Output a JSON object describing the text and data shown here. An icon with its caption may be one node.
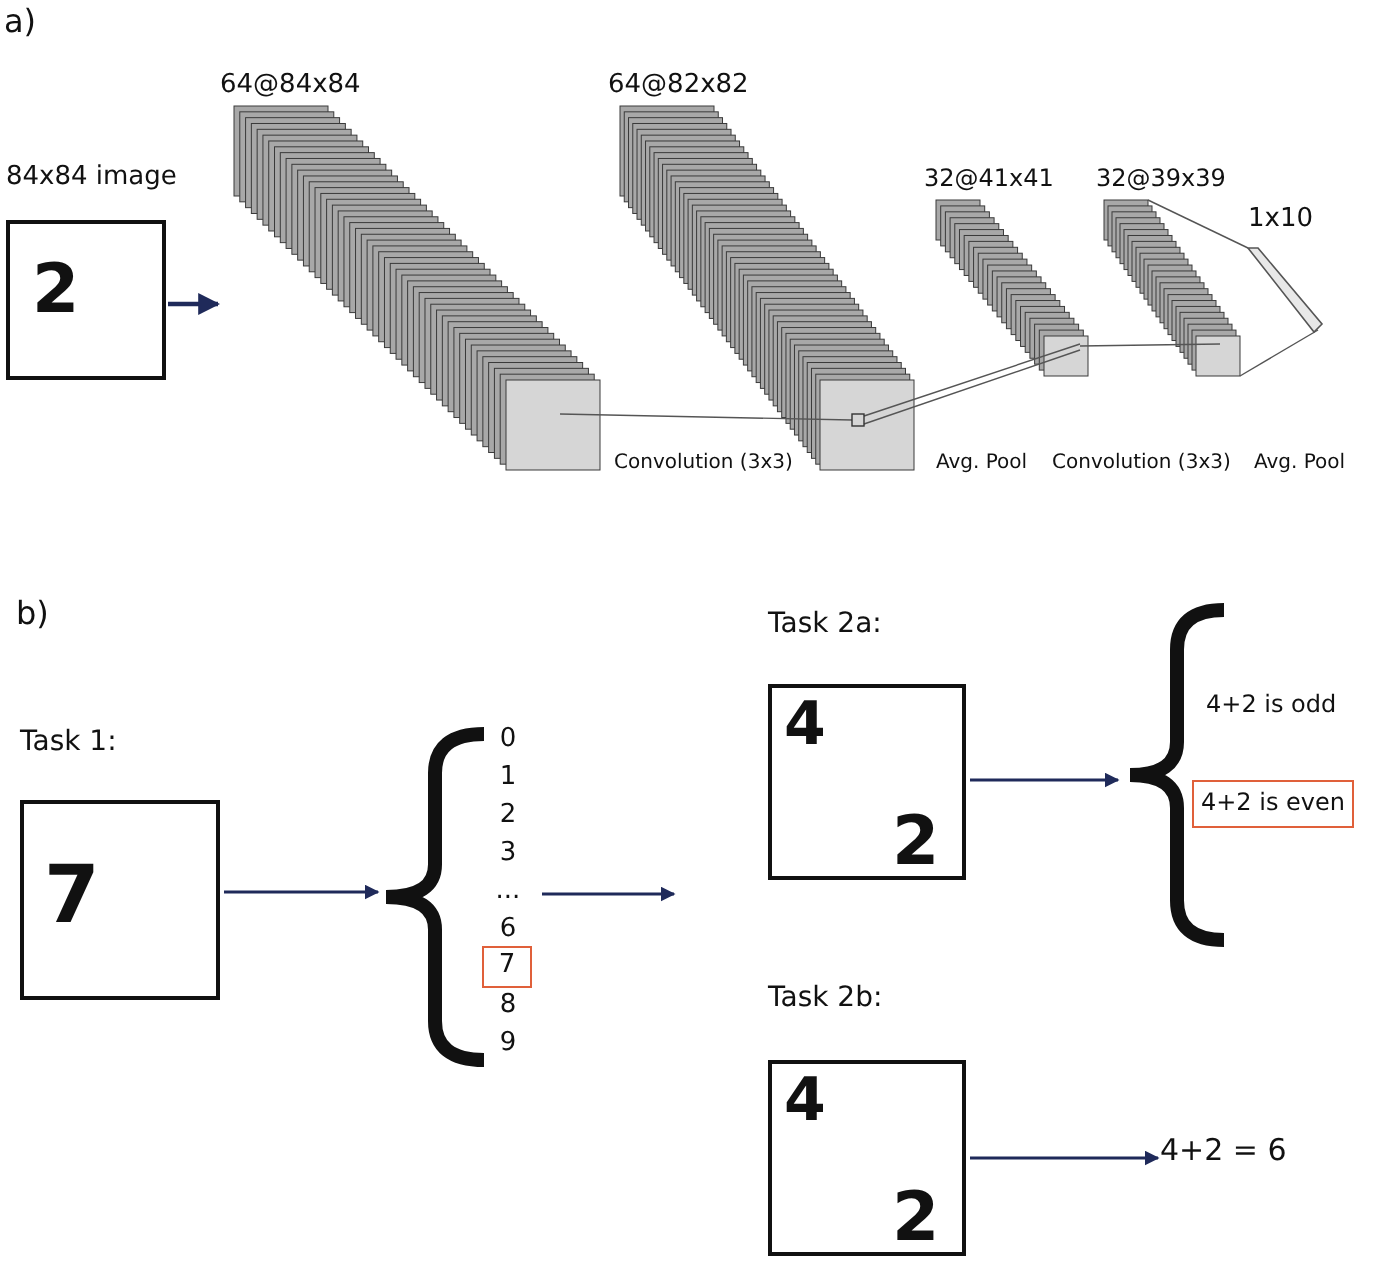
{
  "diagram": {
    "nodes": [
      {
        "text": [
          "84x84 image",
          "2"
        ]
      },
      {
        "text": [
          "64@84x84"
        ]
      },
      {
        "text": [
          "64@82x82"
        ]
      },
      {
        "text": [
          "32@41x41"
        ]
      },
      {
        "text": [
          "32@39x39"
        ]
      },
      {
        "text": [
          "1x10"
        ]
      },
      {
        "text": [
          "Task 1:",
          "7"
        ]
      },
      {
        "text": [
          "0",
          "1",
          "2",
          "3",
          "...",
          "6",
          "8",
          "9"
        ]
      },
      {
        "text": [
          "7"
        ],
        "in": 7
      },
      {
        "text": [
          "Task 2a:",
          "4",
          "2"
        ]
      },
      {
        "text": [
          "4+2 is odd"
        ]
      },
      {
        "text": [
          "4+2 is even"
        ],
        "in": 10
      },
      {
        "text": [
          "Task 2b:",
          "4",
          "2"
        ]
      },
      {
        "text": [
          "4+2 = 6"
        ]
      }
    ],
    "edges": [
      {
        "from": 0,
        "to": 1,
        "arrow": "to"
      },
      {
        "from": 6,
        "to": 7,
        "arrow": "to"
      },
      {
        "from": 7,
        "to": null,
        "arrow": "to"
      },
      {
        "from": 9,
        "to": 10,
        "arrow": "to"
      },
      {
        "from": 12,
        "to": 13,
        "arrow": "to"
      }
    ],
    "labels": [
      "a)",
      "Convolution (3x3)",
      "Avg. Pool",
      "Convolution (3x3)",
      "Avg. Pool",
      "b)"
    ]
  }
}
